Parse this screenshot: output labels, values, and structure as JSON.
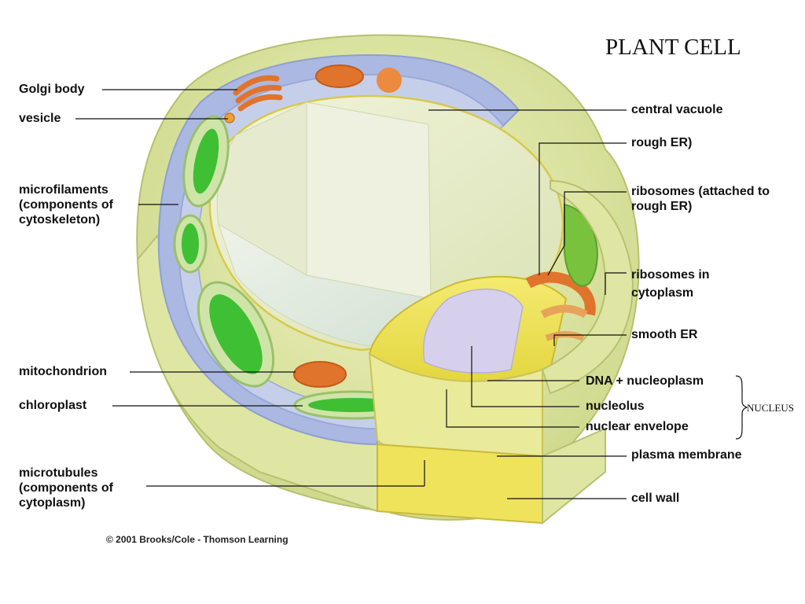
{
  "title": "PLANT CELL",
  "credit": "© 2001 Brooks/Cole - Thomson Learning",
  "nucleus_group": "NUCLEUS",
  "labels": {
    "golgi": "Golgi body",
    "vesicle": "vesicle",
    "microfilaments": [
      "microfilaments",
      "(components of",
      "cytoskeleton)"
    ],
    "mitochondrion": "mitochondrion",
    "chloroplast": "chloroplast",
    "microtubules": [
      "microtubules",
      "(components of",
      "cytoplasm)"
    ],
    "central_vacuole": "central vacuole",
    "rough_er": "rough ER)",
    "ribosomes_attached": [
      "ribosomes (attached to",
      "rough ER)"
    ],
    "ribosomes_cytoplasm": [
      "ribosomes in",
      "cytoplasm"
    ],
    "smooth_er": "smooth ER",
    "dna": "DNA + nucleoplasm",
    "nucleolus": "nucleolus",
    "nuclear_envelope": "nuclear envelope",
    "plasma_membrane": "plasma membrane",
    "cell_wall": "cell wall"
  },
  "colors": {
    "cell_wall": "#d9e39a",
    "cytoplasm_blue": "#b9c4e4",
    "vacuole": "#e3e8c4",
    "chloroplast_green": "#3fbf34",
    "mitochondria_orange": "#e0742c",
    "nucleus_lilac": "#d6d0ec",
    "nuclear_envelope_yellow": "#f2e25a"
  }
}
